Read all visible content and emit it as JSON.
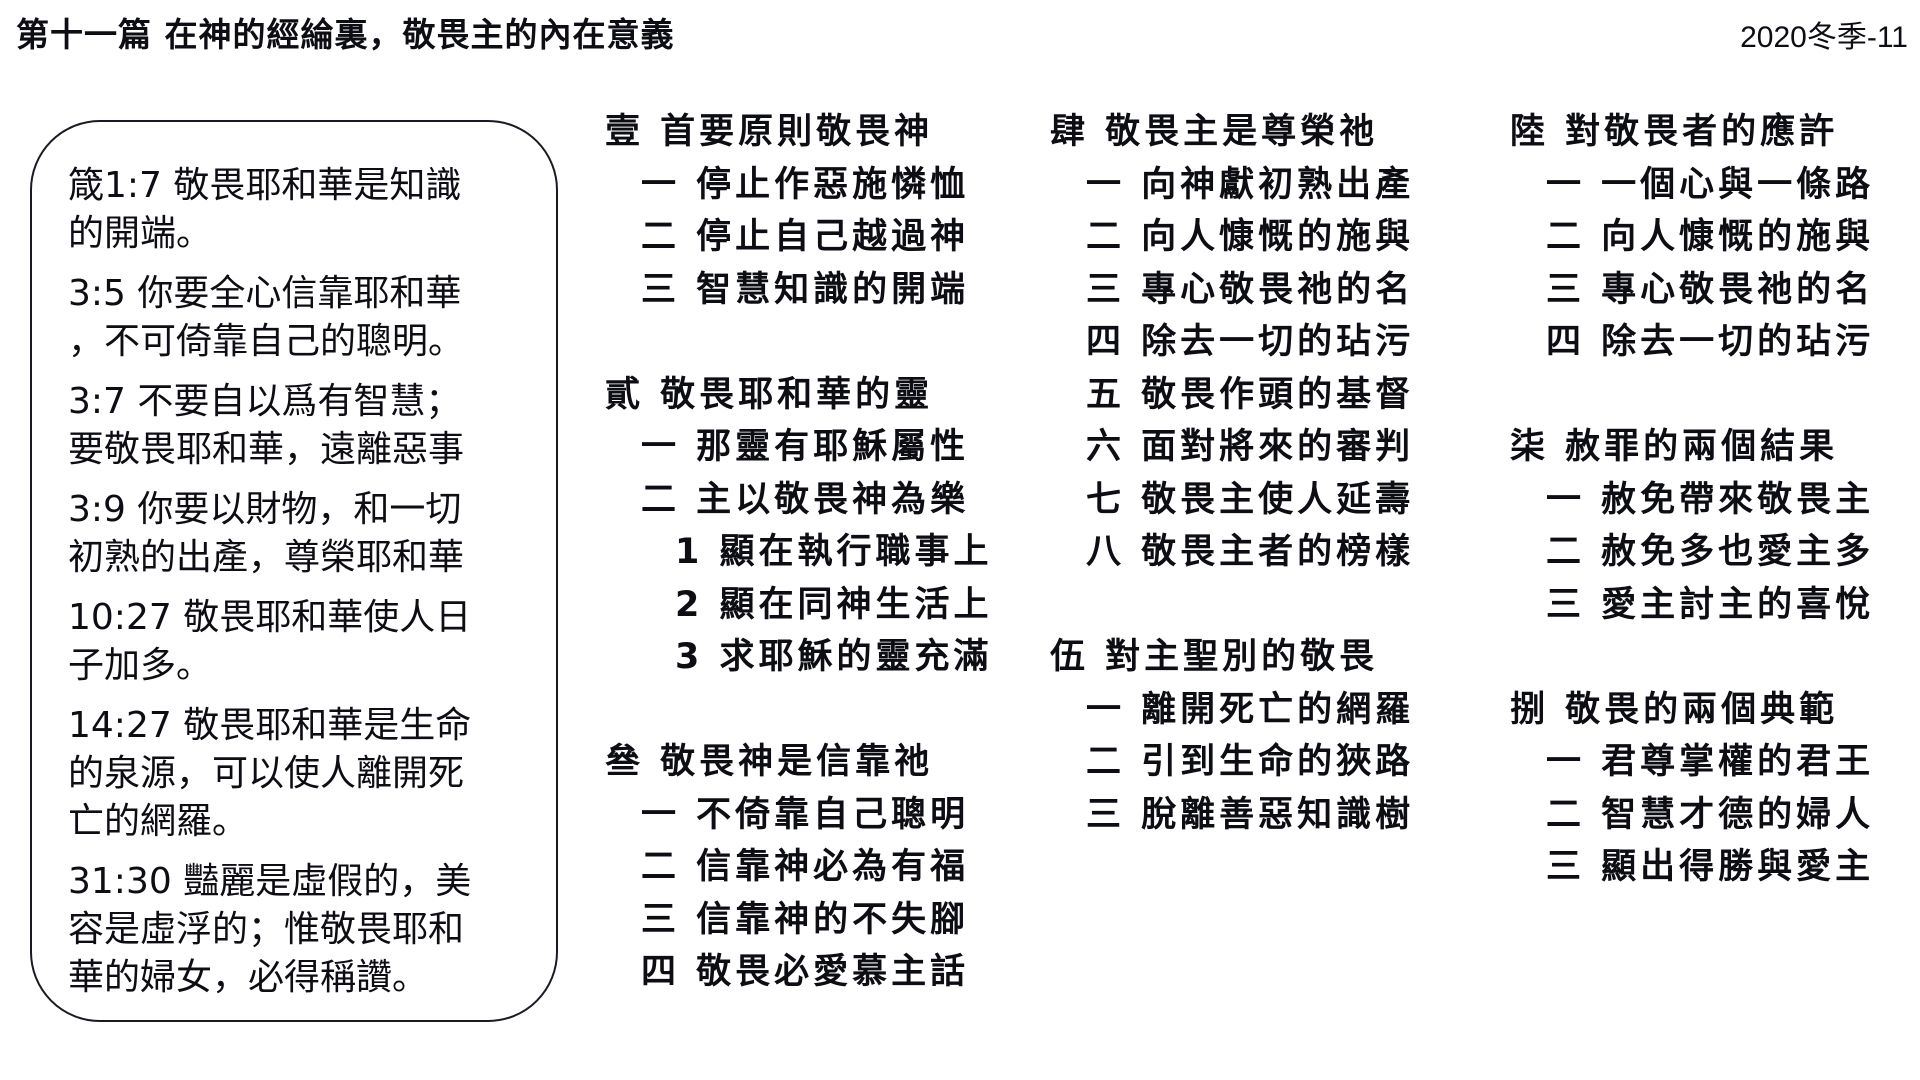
{
  "header": {
    "title": "第十一篇 在神的經綸裏，敬畏主的內在意義",
    "code": "2020冬季-11"
  },
  "verses": [
    [
      "箴1:7  敬畏耶和華是知識",
      "的開端。"
    ],
    [
      "3:5  你要全心信靠耶和華",
      "，不可倚靠自己的聰明。"
    ],
    [
      "3:7  不要自以爲有智慧；",
      "要敬畏耶和華，遠離惡事"
    ],
    [
      "3:9  你要以財物，和一切",
      "初熟的出產，尊榮耶和華"
    ],
    [
      "10:27  敬畏耶和華使人日",
      "子加多。"
    ],
    [
      "14:27  敬畏耶和華是生命",
      "的泉源，可以使人離開死",
      "亡的網羅。"
    ],
    [
      "31:30  豔麗是虛假的，美",
      "容是虛浮的；惟敬畏耶和",
      "華的婦女，必得稱讚。"
    ]
  ],
  "outline": {
    "s1": {
      "heading": "壹 首要原則敬畏神",
      "items": [
        "一 停止作惡施憐恤",
        "二 停止自己越過神",
        "三 智慧知識的開端"
      ]
    },
    "s2": {
      "heading": "貳 敬畏耶和華的靈",
      "items": [
        "一 那靈有耶穌屬性",
        "二 主以敬畏神為樂"
      ],
      "subitems": [
        "1 顯在執行職事上",
        "2 顯在同神生活上",
        "3 求耶穌的靈充滿"
      ]
    },
    "s3": {
      "heading": "叄 敬畏神是信靠祂",
      "items": [
        "一 不倚靠自己聰明",
        "二 信靠神必為有福",
        "三 信靠神的不失腳",
        "四 敬畏必愛慕主話"
      ]
    },
    "s4": {
      "heading": "肆 敬畏主是尊榮祂",
      "items": [
        "一 向神獻初熟出產",
        "二 向人慷慨的施與",
        "三 專心敬畏祂的名",
        "四 除去一切的玷污",
        "五 敬畏作頭的基督",
        "六 面對將來的審判",
        "七 敬畏主使人延壽",
        "八 敬畏主者的榜樣"
      ]
    },
    "s5": {
      "heading": "伍 對主聖別的敬畏",
      "items": [
        "一 離開死亡的網羅",
        "二 引到生命的狹路",
        "三 脫離善惡知識樹"
      ]
    },
    "s6": {
      "heading": "陸 對敬畏者的應許",
      "items": [
        "一 一個心與一條路",
        "二 向人慷慨的施與",
        "三 專心敬畏祂的名",
        "四 除去一切的玷污"
      ]
    },
    "s7": {
      "heading": "柒 赦罪的兩個結果",
      "items": [
        "一 赦免帶來敬畏主",
        "二 赦免多也愛主多",
        "三 愛主討主的喜悅"
      ]
    },
    "s8": {
      "heading": "捌 敬畏的兩個典範",
      "items": [
        "一 君尊掌權的君王",
        "二 智慧才德的婦人",
        "三 顯出得勝與愛主"
      ]
    }
  }
}
